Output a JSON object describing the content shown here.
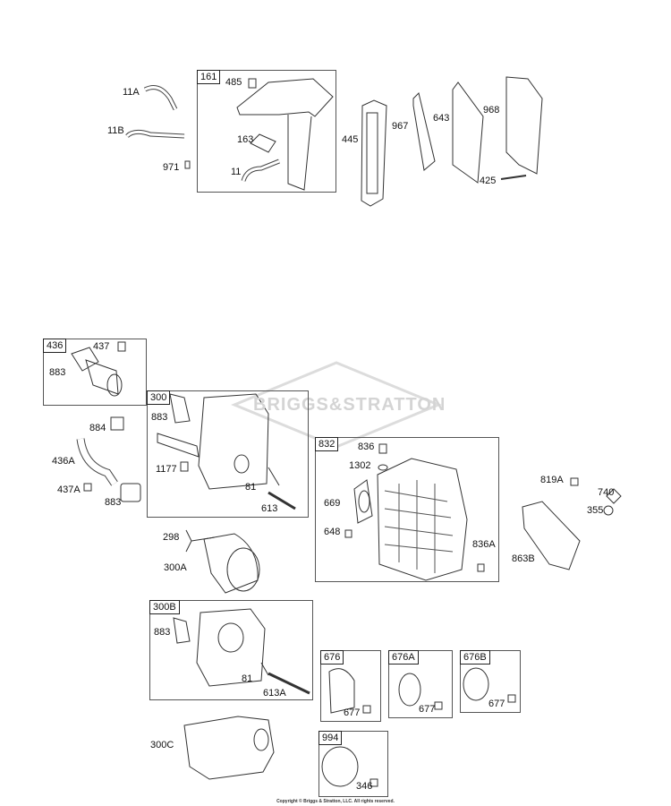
{
  "watermark": "BRIGGS&STRATTON",
  "copyright": "Copyright © Briggs & Stratton, LLC. All rights reserved.",
  "groups": [
    {
      "id": "161",
      "label": "161"
    },
    {
      "id": "436",
      "label": "436"
    },
    {
      "id": "300",
      "label": "300"
    },
    {
      "id": "832",
      "label": "832"
    },
    {
      "id": "300B",
      "label": "300B"
    },
    {
      "id": "676",
      "label": "676"
    },
    {
      "id": "676A",
      "label": "676A"
    },
    {
      "id": "676B",
      "label": "676B"
    },
    {
      "id": "994",
      "label": "994"
    }
  ],
  "parts": {
    "p11A": "11A",
    "p11B": "11B",
    "p971": "971",
    "p485": "485",
    "p163": "163",
    "p11": "11",
    "p445": "445",
    "p967": "967",
    "p643": "643",
    "p968": "968",
    "p425": "425",
    "p437": "437",
    "p883a": "883",
    "p884": "884",
    "p436A": "436A",
    "p437A": "437A",
    "p883b": "883",
    "p883c": "883",
    "p1177": "1177",
    "p81a": "81",
    "p613": "613",
    "p298": "298",
    "p300A": "300A",
    "p836": "836",
    "p1302": "1302",
    "p669": "669",
    "p648": "648",
    "p836A": "836A",
    "p819A": "819A",
    "p740": "740",
    "p355": "355",
    "p863B": "863B",
    "p883d": "883",
    "p81b": "81",
    "p613A": "613A",
    "p677a": "677",
    "p677b": "677",
    "p677c": "677",
    "p300C": "300C",
    "p346": "346"
  }
}
